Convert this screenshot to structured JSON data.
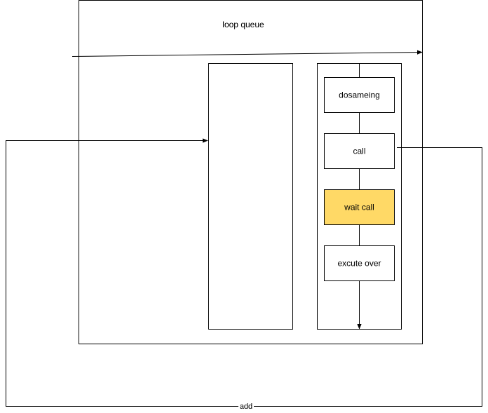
{
  "diagram": {
    "title": "loop queue",
    "steps": [
      {
        "label": "dosameing",
        "highlight": false
      },
      {
        "label": "call",
        "highlight": false
      },
      {
        "label": "wait call",
        "highlight": true
      },
      {
        "label": "excute over",
        "highlight": false
      }
    ],
    "edge_label": "add"
  },
  "colors": {
    "stroke": "#000000",
    "background": "#ffffff",
    "highlight_fill": "#FFD966",
    "highlight_stroke": "#000000"
  }
}
